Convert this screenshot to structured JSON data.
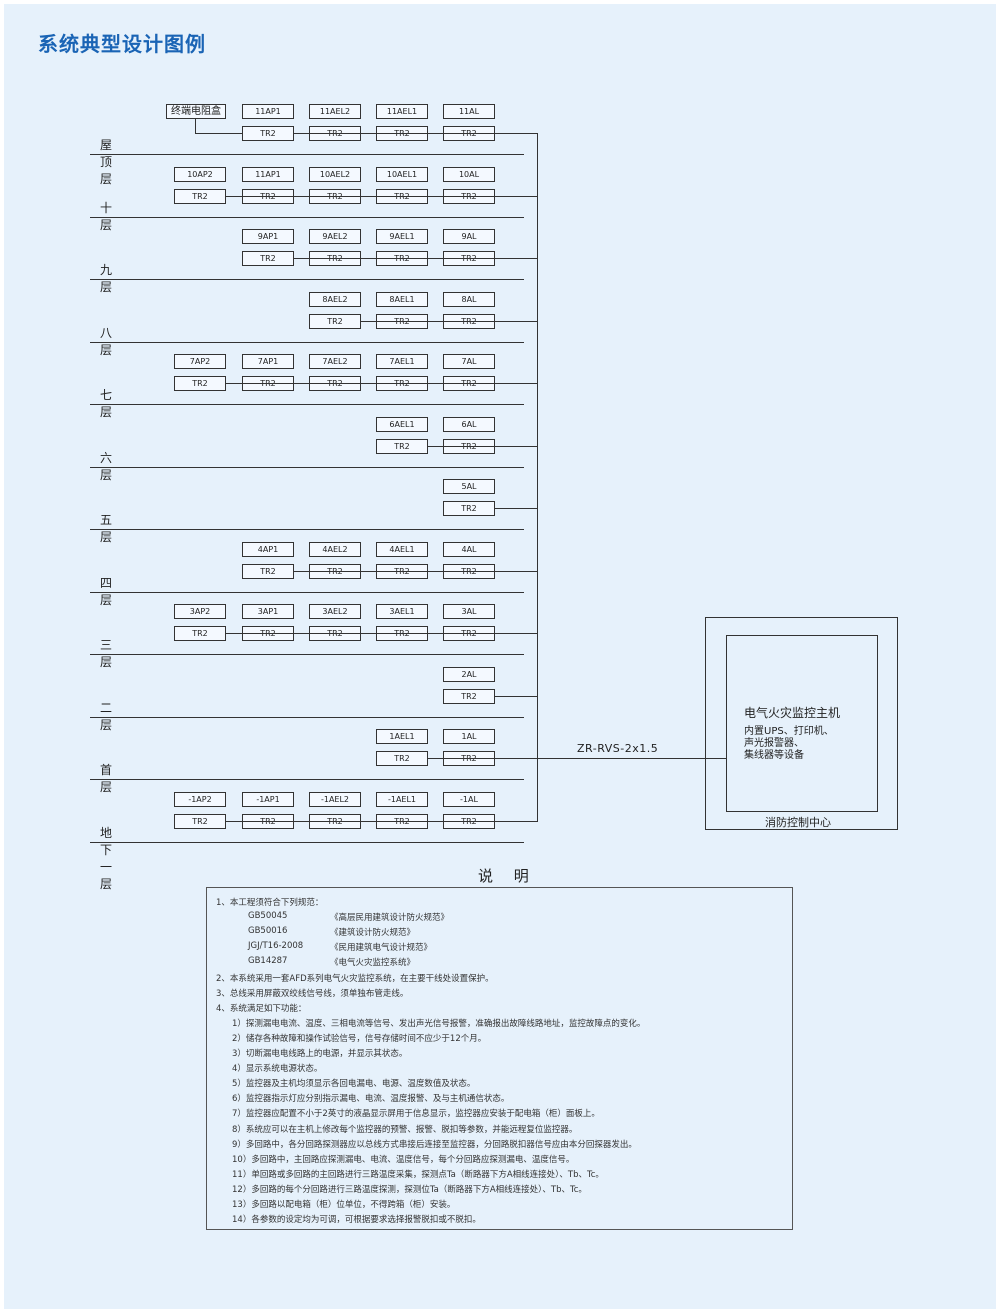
{
  "title": "系统典型设计图例",
  "floors": [
    {
      "label": "屋顶层",
      "devices": [
        {
          "col": 1,
          "name": "11AP1"
        },
        {
          "col": 2,
          "name": "11AEL2"
        },
        {
          "col": 3,
          "name": "11AEL1"
        },
        {
          "col": 4,
          "name": "11AL"
        }
      ],
      "extra": "终端电阻盒"
    },
    {
      "label": "十层",
      "devices": [
        {
          "col": 0,
          "name": "10AP2"
        },
        {
          "col": 1,
          "name": "11AP1"
        },
        {
          "col": 2,
          "name": "10AEL2"
        },
        {
          "col": 3,
          "name": "10AEL1"
        },
        {
          "col": 4,
          "name": "10AL"
        }
      ]
    },
    {
      "label": "九层",
      "devices": [
        {
          "col": 1,
          "name": "9AP1"
        },
        {
          "col": 2,
          "name": "9AEL2"
        },
        {
          "col": 3,
          "name": "9AEL1"
        },
        {
          "col": 4,
          "name": "9AL"
        }
      ]
    },
    {
      "label": "八层",
      "devices": [
        {
          "col": 2,
          "name": "8AEL2"
        },
        {
          "col": 3,
          "name": "8AEL1"
        },
        {
          "col": 4,
          "name": "8AL"
        }
      ]
    },
    {
      "label": "七层",
      "devices": [
        {
          "col": 0,
          "name": "7AP2"
        },
        {
          "col": 1,
          "name": "7AP1"
        },
        {
          "col": 2,
          "name": "7AEL2"
        },
        {
          "col": 3,
          "name": "7AEL1"
        },
        {
          "col": 4,
          "name": "7AL"
        }
      ]
    },
    {
      "label": "六层",
      "devices": [
        {
          "col": 3,
          "name": "6AEL1"
        },
        {
          "col": 4,
          "name": "6AL"
        }
      ]
    },
    {
      "label": "五层",
      "devices": [
        {
          "col": 4,
          "name": "5AL"
        }
      ]
    },
    {
      "label": "四层",
      "devices": [
        {
          "col": 1,
          "name": "4AP1"
        },
        {
          "col": 2,
          "name": "4AEL2"
        },
        {
          "col": 3,
          "name": "4AEL1"
        },
        {
          "col": 4,
          "name": "4AL"
        }
      ]
    },
    {
      "label": "三层",
      "devices": [
        {
          "col": 0,
          "name": "3AP2"
        },
        {
          "col": 1,
          "name": "3AP1"
        },
        {
          "col": 2,
          "name": "3AEL2"
        },
        {
          "col": 3,
          "name": "3AEL1"
        },
        {
          "col": 4,
          "name": "3AL"
        }
      ]
    },
    {
      "label": "二层",
      "devices": [
        {
          "col": 4,
          "name": "2AL"
        }
      ]
    },
    {
      "label": "首层",
      "devices": [
        {
          "col": 3,
          "name": "1AEL1"
        },
        {
          "col": 4,
          "name": "1AL"
        }
      ]
    },
    {
      "label": "地下一层",
      "devices": [
        {
          "col": 0,
          "name": "-1AP2"
        },
        {
          "col": 1,
          "name": "-1AP1"
        },
        {
          "col": 2,
          "name": "-1AEL2"
        },
        {
          "col": 3,
          "name": "-1AEL1"
        },
        {
          "col": 4,
          "name": "-1AL"
        }
      ]
    }
  ],
  "module_label": "TR2",
  "cable": "ZR-RVS-2x1.5",
  "host": {
    "title": "电气火灾监控主机",
    "lines": [
      "内置UPS、打印机、",
      "声光报警器、",
      "集线器等设备"
    ]
  },
  "center_label": "消防控制中心",
  "notes": {
    "title": "说 明",
    "items": [
      {
        "indent": 0,
        "text": "1、本工程须符合下列规范："
      },
      {
        "indent": 1,
        "code": "GB50045",
        "name": "《高层民用建筑设计防火规范》"
      },
      {
        "indent": 1,
        "code": "GB50016",
        "name": "《建筑设计防火规范》"
      },
      {
        "indent": 1,
        "code": "JGJ/T16-2008",
        "name": "《民用建筑电气设计规范》"
      },
      {
        "indent": 1,
        "code": "GB14287",
        "name": "《电气火灾监控系统》"
      },
      {
        "indent": 0,
        "text": "2、本系统采用一套AFD系列电气火灾监控系统，在主要干线处设置保护。"
      },
      {
        "indent": 0,
        "text": "3、总线采用屏蔽双绞线信号线，须单独布管走线。"
      },
      {
        "indent": 0,
        "text": "4、系统满足如下功能："
      },
      {
        "indent": 2,
        "text": "1）探测漏电电流、温度、三相电流等信号、发出声光信号报警，准确报出故障线路地址，监控故障点的变化。"
      },
      {
        "indent": 2,
        "text": "2）储存各种故障和操作试验信号，信号存储时间不应少于12个月。"
      },
      {
        "indent": 2,
        "text": "3）切断漏电电线路上的电源，并显示其状态。"
      },
      {
        "indent": 2,
        "text": "4）显示系统电源状态。"
      },
      {
        "indent": 2,
        "text": "5）监控器及主机均须显示各回电漏电、电源、温度数值及状态。"
      },
      {
        "indent": 2,
        "text": "6）监控器指示灯应分别指示漏电、电流、温度报警、及与主机通信状态。"
      },
      {
        "indent": 2,
        "text": "7）监控器应配置不小于2英寸的液晶显示屏用于信息显示，监控器应安装于配电箱（柜）面板上。"
      },
      {
        "indent": 2,
        "text": "8）系统应可以在主机上修改每个监控器的预警、报警、脱扣等参数，并能远程复位监控器。"
      },
      {
        "indent": 2,
        "text": "9）多回路中，各分回路探测器应以总线方式串接后连接至监控器，分回路脱扣器信号应由本分回探器发出。"
      },
      {
        "indent": 2,
        "text": "10）多回路中，主回路应探测漏电、电流、温度信号，每个分回路应探测漏电、温度信号。"
      },
      {
        "indent": 2,
        "text": "11）单回路或多回路的主回路进行三路温度采集，探测点Ta（断路器下方A相线连接处）、Tb、Tc。"
      },
      {
        "indent": 2,
        "text": "12）多回路的每个分回路进行三路温度探测，探测位Ta（断路器下方A相线连接处）、Tb、Tc。"
      },
      {
        "indent": 2,
        "text": "13）多回路以配电箱（柜）位单位，不得跨箱（柜）安装。"
      },
      {
        "indent": 2,
        "text": "14）各参数的设定均为可调，可根据要求选择报警脱扣或不脱扣。"
      }
    ]
  }
}
